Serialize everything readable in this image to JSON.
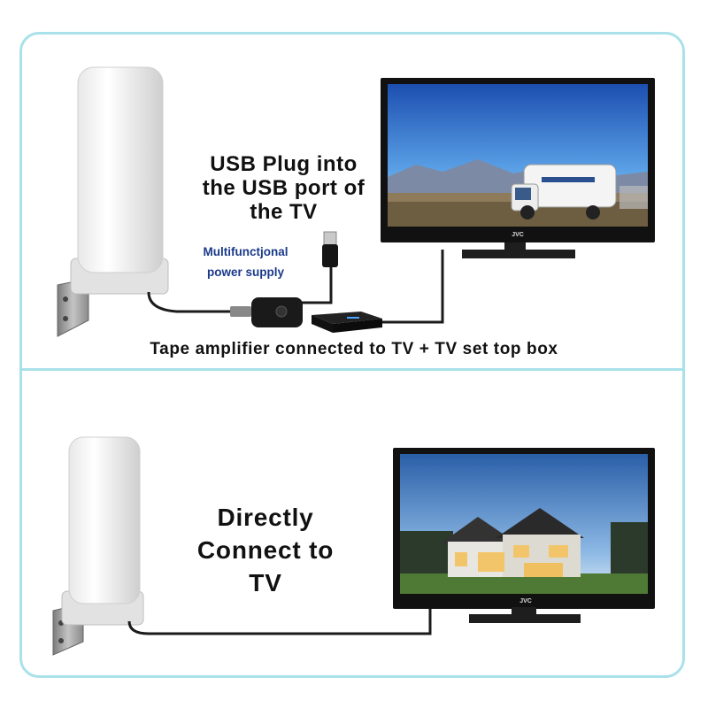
{
  "top_panel": {
    "usb_caption_lines": [
      "USB Plug into",
      "the USB port of",
      "the TV"
    ],
    "power_supply_lines": [
      "Multifunctjonal",
      "power supply"
    ],
    "caption": "Tape amplifier connected to TV + TV set top box",
    "tv_brand": "JVC"
  },
  "bottom_panel": {
    "caption_lines": [
      "Directly",
      "Connect to",
      "TV"
    ],
    "tv_brand": "JVC"
  },
  "colors": {
    "frame": "#a9e1ea",
    "power_supply_text": "#1a3a8a"
  }
}
